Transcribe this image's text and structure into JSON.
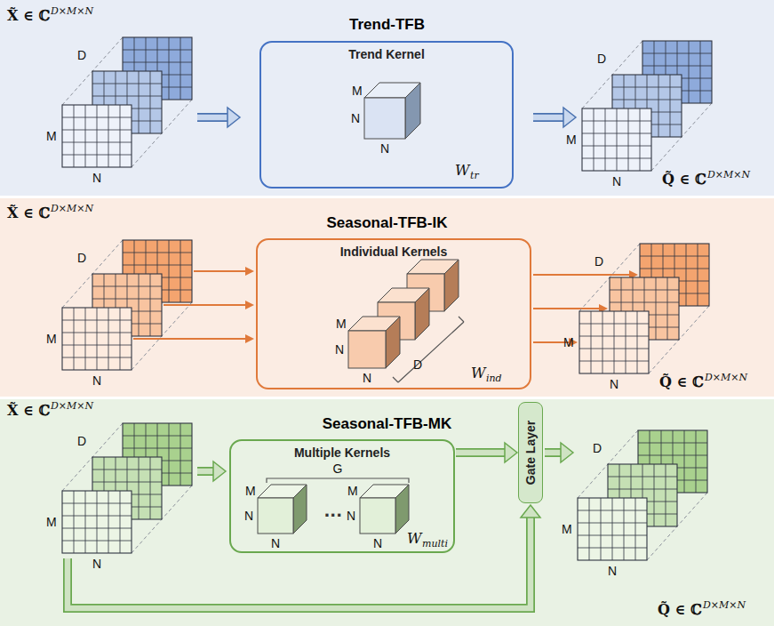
{
  "diagram": {
    "nodes": [
      {
        "text": [
          "Trend-TFB"
        ]
      },
      {
        "text": [
          "Trend Kernel"
        ],
        "in": 0
      },
      {
        "text": [
          "Seasonal-TFB-IK"
        ]
      },
      {
        "text": [
          "Individual Kernels"
        ],
        "in": 2
      },
      {
        "text": [
          "Seasonal-TFB-MK"
        ]
      },
      {
        "text": [
          "Multiple Kernels"
        ],
        "in": 4
      },
      {
        "text": [
          "Gate Layer"
        ],
        "in": 4
      }
    ],
    "edges": [
      {
        "from": 5,
        "to": 6,
        "arrow": "to"
      }
    ],
    "labels": [
      "X̃ ∈ ℂ",
      "D×M×N",
      "D",
      "M",
      "N",
      "M",
      "N",
      "N",
      "W",
      "tr",
      "D",
      "M",
      "N",
      "Q̃ ∈ ℂ",
      "D×M×N",
      "X̃ ∈ ℂ",
      "D×M×N",
      "D",
      "M",
      "N",
      "M",
      "N",
      "N",
      "D",
      "W",
      "ind",
      "D",
      "M",
      "N",
      "Q̃ ∈ ℂ",
      "D×M×N",
      "X̃ ∈ ℂ",
      "D×M×N",
      "D",
      "M",
      "N",
      "M",
      "N",
      "N",
      "···",
      "M",
      "N",
      "N",
      "G",
      "W",
      "multi",
      "D",
      "M",
      "N",
      "Q̃ ∈ ℂ",
      "D×M×N"
    ]
  }
}
